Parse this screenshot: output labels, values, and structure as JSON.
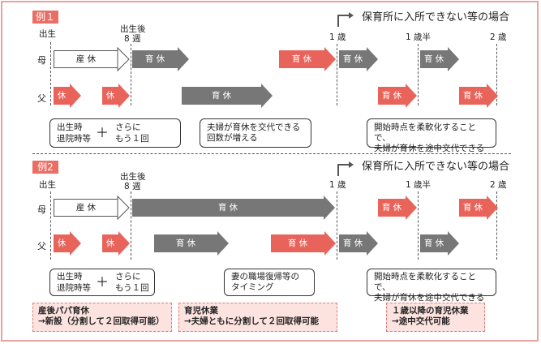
{
  "ex1": {
    "tag": "例１",
    "header": "保育所に入所できない等の場合",
    "ticks": {
      "birth": "出生",
      "after_birth": "出生後",
      "week8": "8 週",
      "one_year": "1 歳",
      "one_half": "1 歳半",
      "two_years": "2 歳"
    },
    "rows": {
      "mother": "母",
      "father": "父"
    },
    "arrows": {
      "maternity": "産 休",
      "childcare": "育 休",
      "leave": "休",
      "childcare_long": "育 休"
    },
    "callouts": {
      "birth_line1": "出生時",
      "birth_line2": "退院時等",
      "plus": "＋",
      "again_line1": "さらに",
      "again_line2": "もう１回",
      "switch_line1": "夫婦が育休を交代できる",
      "switch_line2": "回数が増える",
      "flex_line1": "開始時点を柔軟化することで、",
      "flex_line2": "夫婦が育休を途中交代できる"
    }
  },
  "ex2": {
    "tag": "例2",
    "header": "保育所に入所できない等の場合",
    "ticks": {
      "birth": "出生",
      "after_birth": "出生後",
      "week8": "8 週",
      "one_year": "1 歳",
      "one_half": "1 歳半",
      "two_years": "2 歳"
    },
    "rows": {
      "mother": "母",
      "father": "父"
    },
    "arrows": {
      "maternity": "産 休",
      "childcare": "育 休",
      "leave": "休",
      "childcare_long": "育 休"
    },
    "callouts": {
      "birth_line1": "出生時",
      "birth_line2": "退院時等",
      "plus": "＋",
      "again_line1": "さらに",
      "again_line2": "もう１回",
      "timing_line1": "妻の職場復帰等の",
      "timing_line2": "タイミング",
      "flex_line1": "開始時点を柔軟化することで、",
      "flex_line2": "夫婦が育休を途中交代できる"
    }
  },
  "notes": {
    "papa_title": "産後パパ育休",
    "papa_body": "→新設（分割して２回取得可能）",
    "childcare_title": "育児休業",
    "childcare_body": "→夫婦ともに分割して２回取得可能",
    "after1_title": "１歳以降の育児休業",
    "after1_body": "→途中交代可能"
  },
  "colors": {
    "accent": "#e8645b",
    "gray": "#777777",
    "note_bg": "#fde3df",
    "border": "#e9a49d"
  }
}
